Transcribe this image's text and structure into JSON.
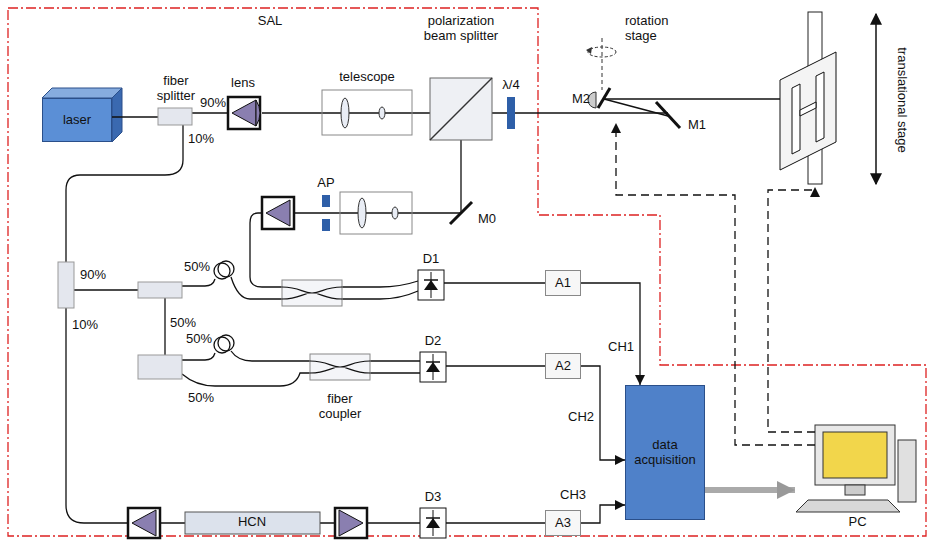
{
  "diagram": {
    "nodes": [
      {
        "text": [
          "laser"
        ]
      },
      {
        "text": [
          "A1"
        ]
      },
      {
        "text": [
          "A2"
        ]
      },
      {
        "text": [
          "A3"
        ]
      },
      {
        "text": [
          "data acquisition"
        ]
      },
      {
        "text": [
          "PC"
        ]
      }
    ],
    "edges": [
      {
        "from": 1,
        "to": 4,
        "arrow": "to",
        "label": "CH1"
      },
      {
        "from": 2,
        "to": 4,
        "arrow": "to",
        "label": "CH2"
      },
      {
        "from": 3,
        "to": 4,
        "arrow": "to",
        "label": "CH3"
      },
      {
        "from": 4,
        "to": 5,
        "arrow": "to"
      }
    ],
    "labels": [
      "SAL",
      "fiber splitter",
      "90%",
      "10%",
      "lens",
      "telescope",
      "polarization beam splitter",
      "λ/4",
      "rotation stage",
      "M2",
      "M1",
      "translational stage",
      "AP",
      "M0",
      "90%",
      "10%",
      "50%",
      "50%",
      "50%",
      "50%",
      "D1",
      "D2",
      "D3",
      "fiber coupler",
      "HCN"
    ]
  }
}
